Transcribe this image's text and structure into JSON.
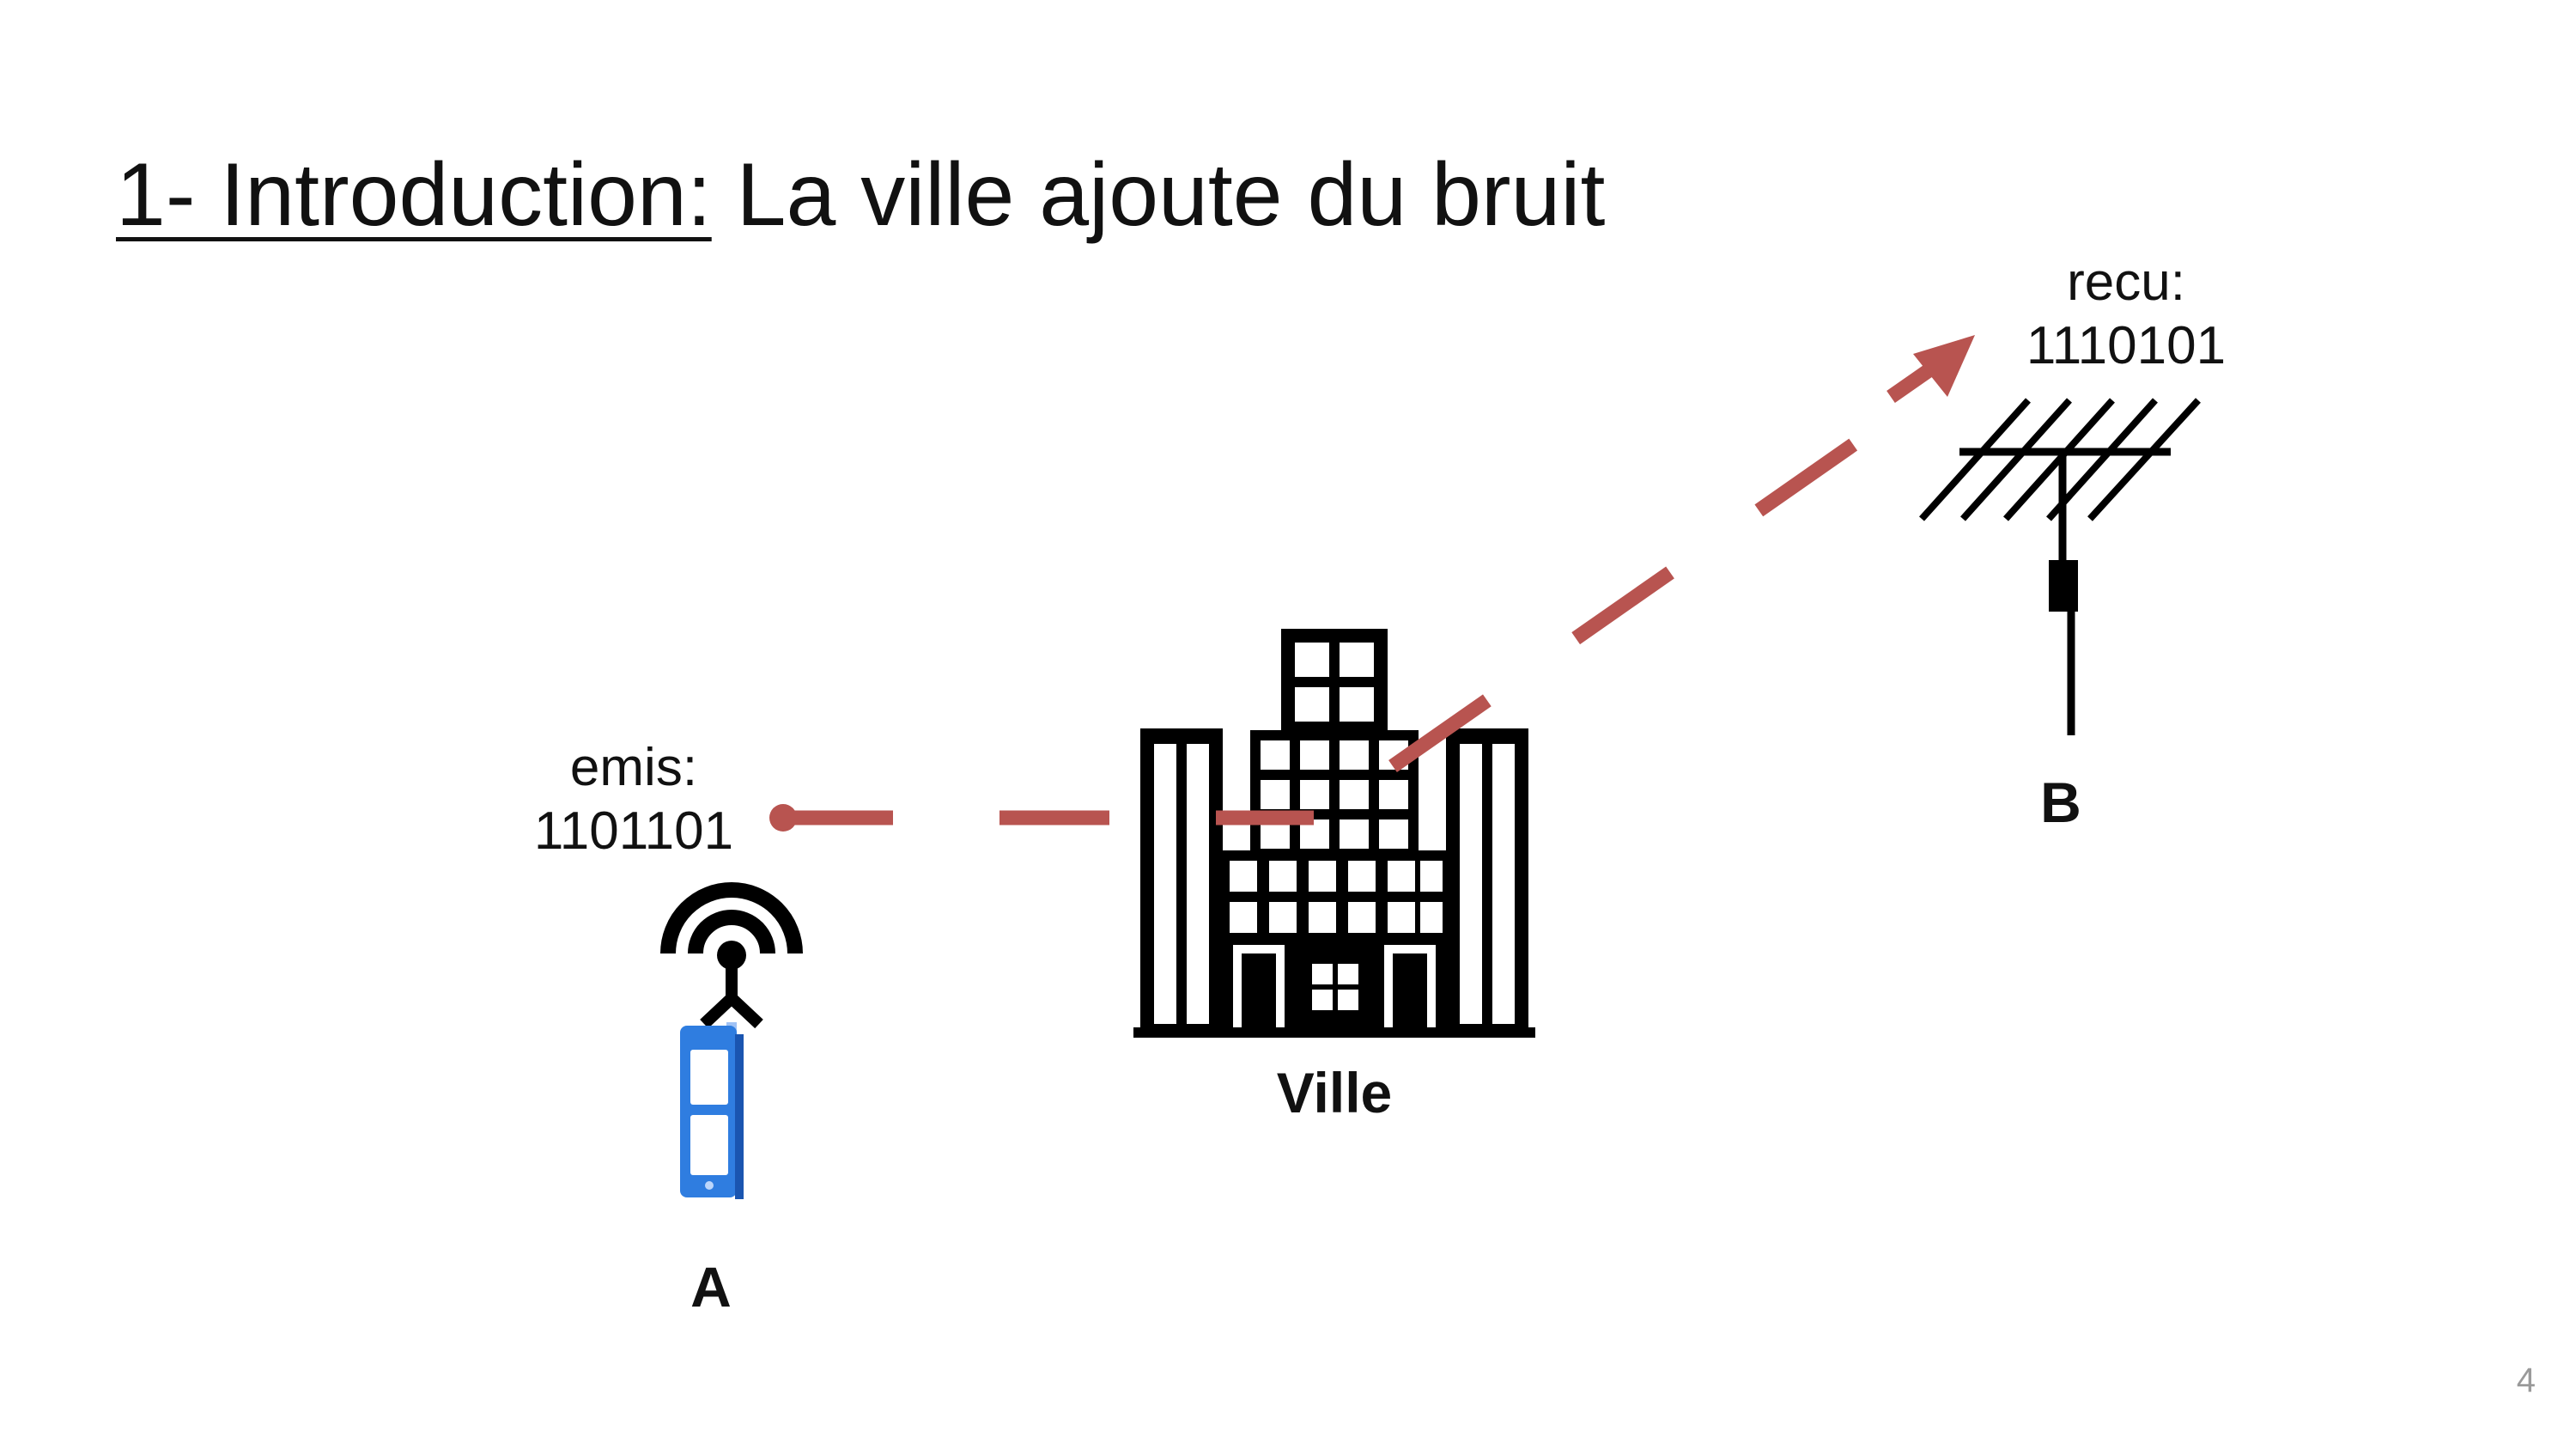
{
  "slide": {
    "title_section": "1- Introduction:",
    "title_text": " La ville ajoute du bruit",
    "page_number": "4"
  },
  "sender": {
    "label": "A",
    "caption": "emis:",
    "bits": "1101101",
    "icon": "mobile-phone-antenna-icon"
  },
  "city": {
    "label": "Ville",
    "icon": "building-icon"
  },
  "receiver": {
    "label": "B",
    "caption": "recu:",
    "bits": "1110101",
    "icon": "tv-antenna-icon"
  },
  "colors": {
    "signal_path": "#b85450",
    "phone_blue": "#2f7de0"
  }
}
